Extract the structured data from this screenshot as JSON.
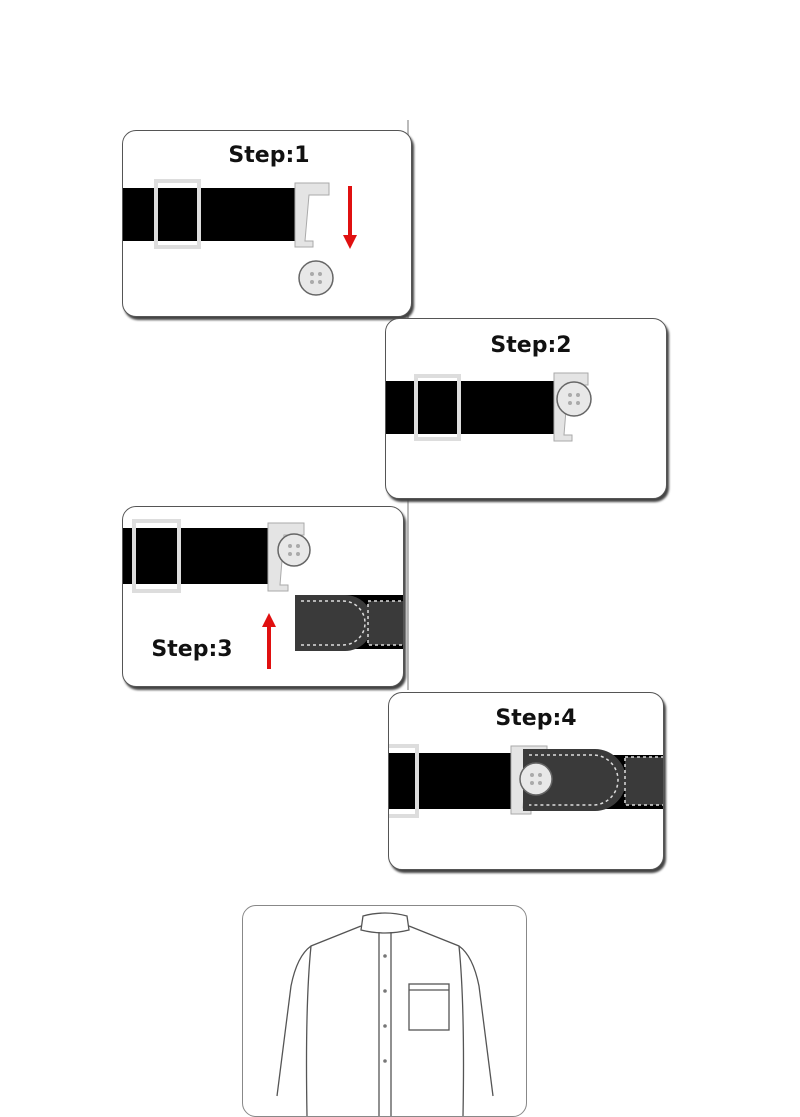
{
  "steps": [
    {
      "label": "Step:1"
    },
    {
      "label": "Step:2"
    },
    {
      "label": "Step:3"
    },
    {
      "label": "Step:4"
    }
  ],
  "colors": {
    "belt": "#000000",
    "arrow": "#e01010",
    "hook": "#e4e4e4",
    "strap": "#3a3a3a"
  }
}
